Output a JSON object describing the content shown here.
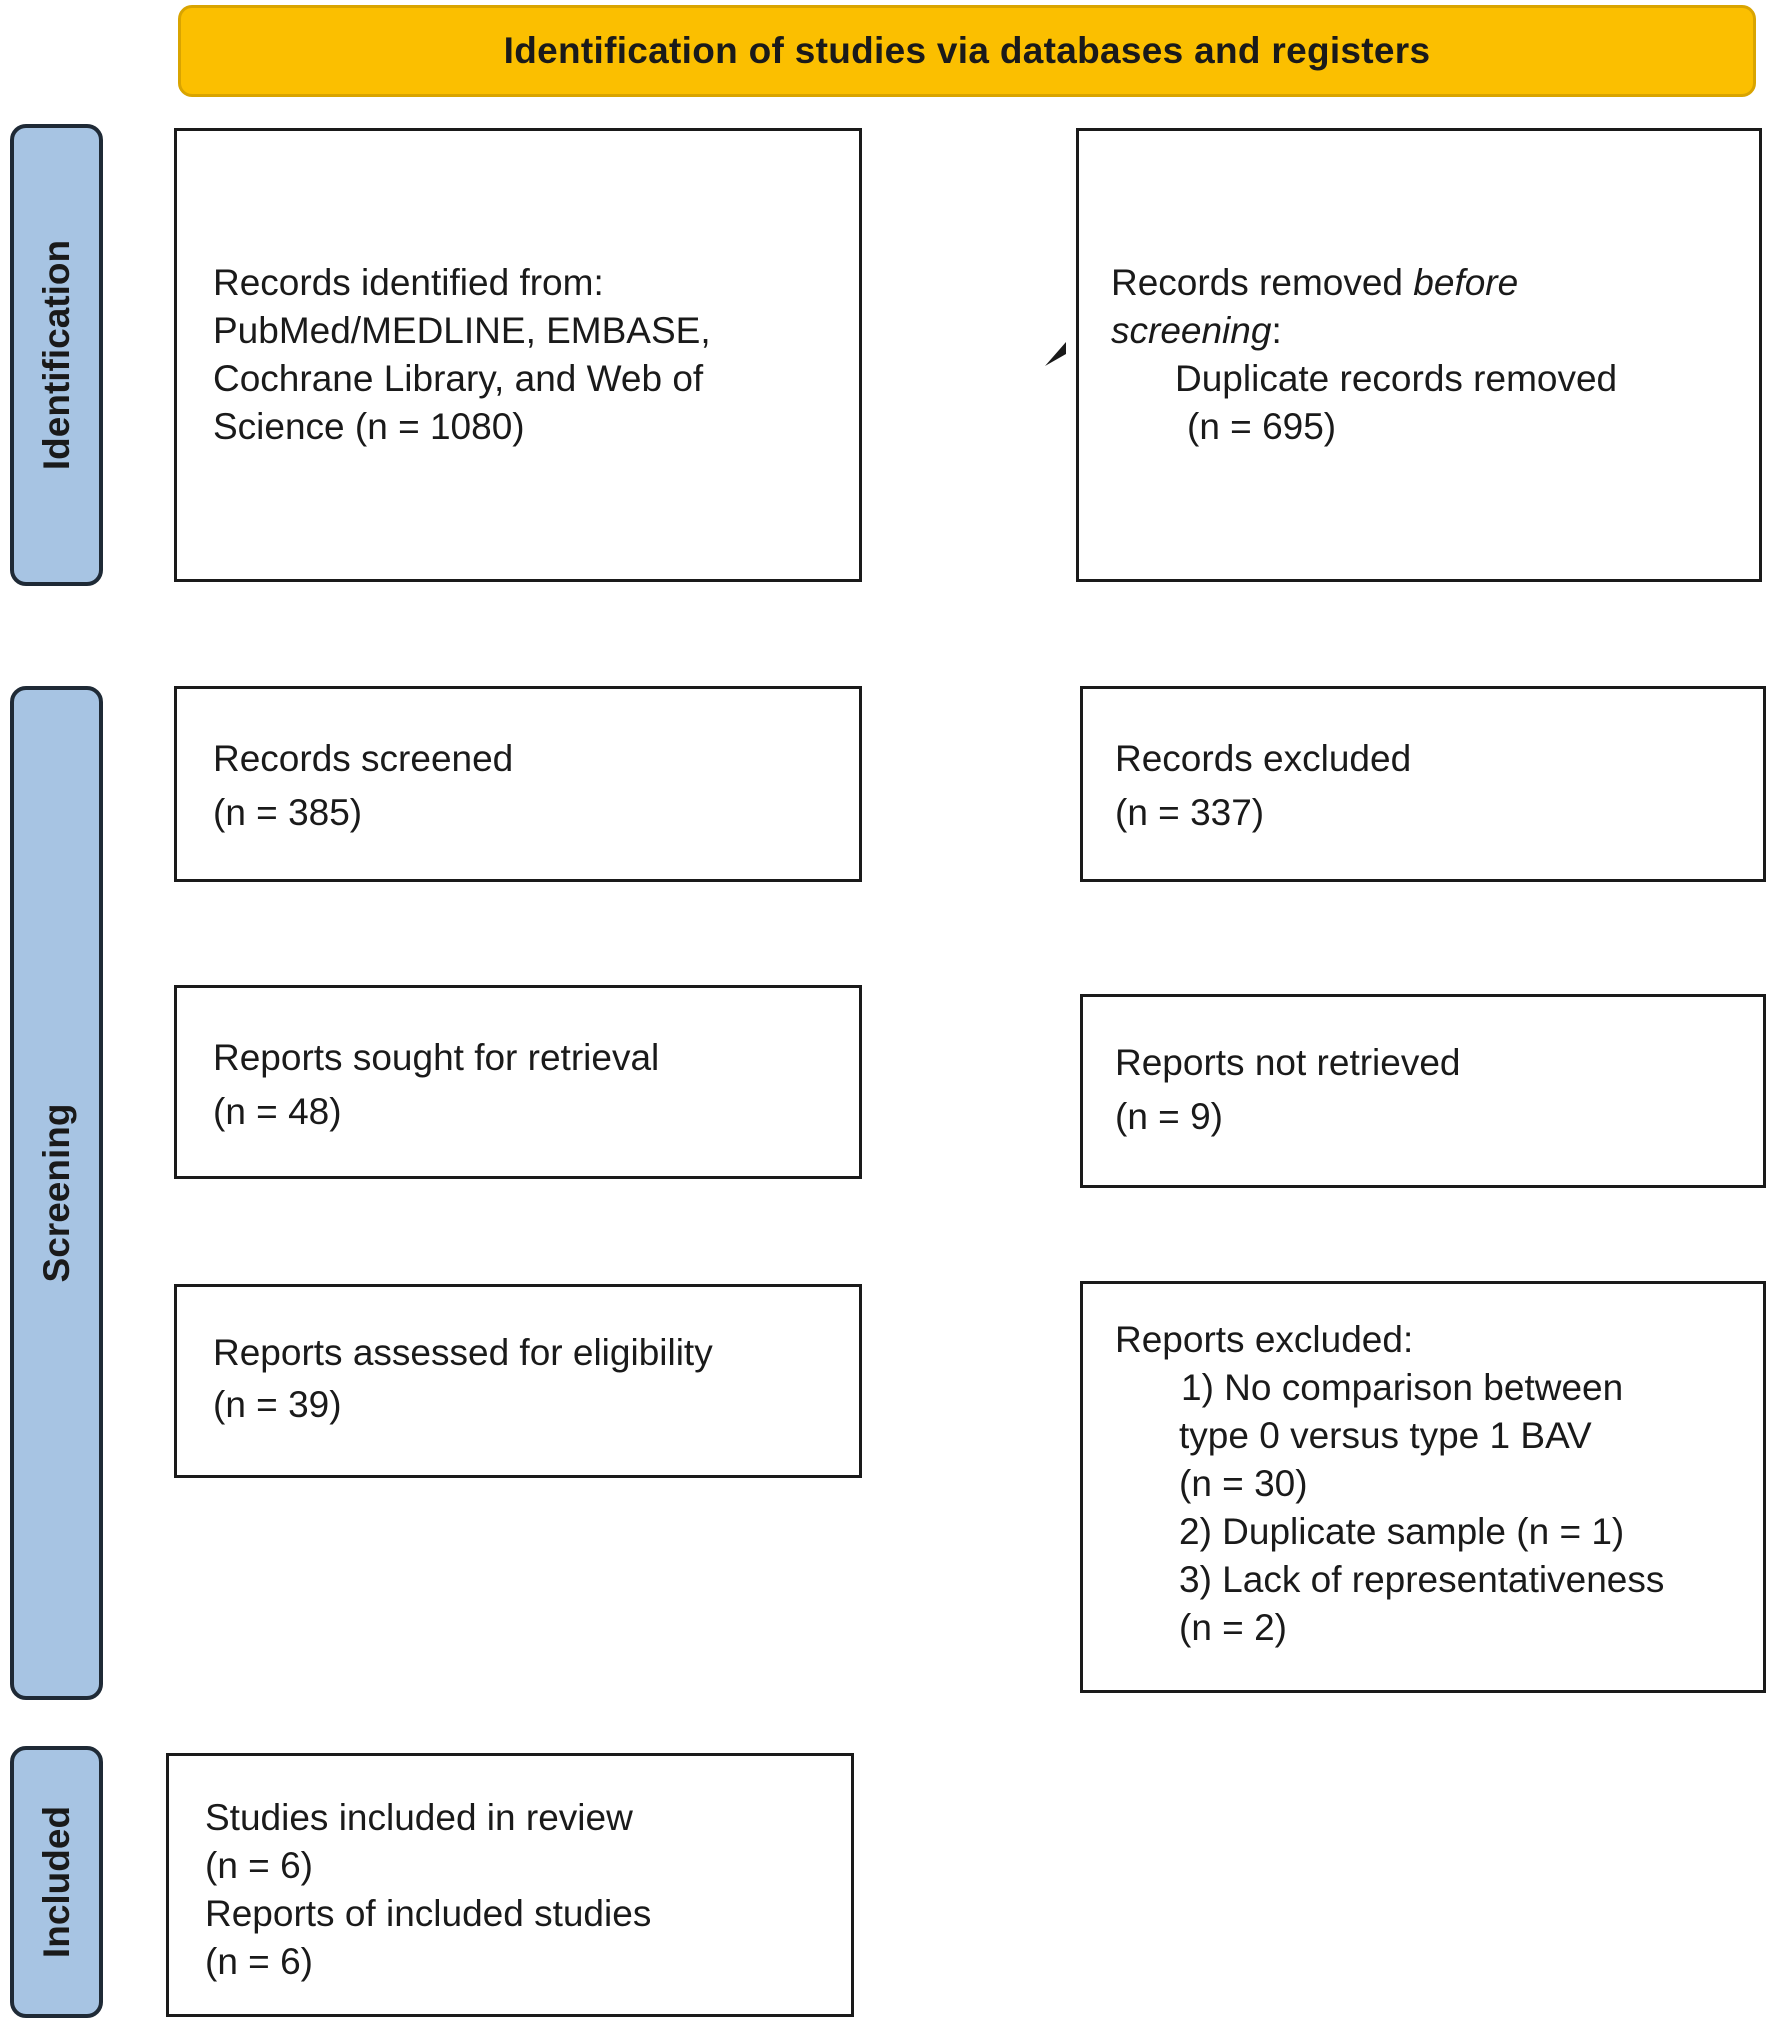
{
  "colors": {
    "header_fill": "#fbbf00",
    "phase_fill": "#a7c4e3",
    "stroke": "#1a1a1a"
  },
  "header": {
    "title": "Identification of studies via databases and registers"
  },
  "phases": {
    "identification": "Identification",
    "screening": "Screening",
    "included": "Included"
  },
  "boxes": {
    "records_identified": {
      "lines": [
        "Records identified from:",
        "PubMed/MEDLINE, EMBASE,",
        "Cochrane Library, and Web of",
        "Science (n = 1080)"
      ]
    },
    "records_removed": {
      "line1_prefix": "Records removed ",
      "line1_emphasis": "before",
      "line2_emphasis": "screening",
      "line2_suffix": ":",
      "detail": "Duplicate records removed",
      "count": "(n = 695)"
    },
    "records_screened": {
      "label": "Records screened",
      "count": "(n = 385)"
    },
    "records_excluded": {
      "label": "Records excluded",
      "count": "(n = 337)"
    },
    "reports_sought": {
      "label": "Reports sought for retrieval",
      "count": "(n = 48)"
    },
    "reports_not_retrieved": {
      "label": "Reports not retrieved",
      "count": "(n = 9)"
    },
    "reports_assessed": {
      "label": "Reports assessed for eligibility",
      "count": "(n = 39)"
    },
    "reports_excluded": {
      "label": "Reports excluded:",
      "reasons": [
        "1) No comparison between",
        "type 0 versus type 1 BAV",
        "(n = 30)",
        "2) Duplicate sample (n = 1)",
        "3) Lack of representativeness",
        "(n = 2)"
      ]
    },
    "studies_included": {
      "studies_label": "Studies included in review",
      "studies_count": "(n = 6)",
      "reports_label": "Reports of included studies",
      "reports_count": "(n = 6)"
    }
  }
}
